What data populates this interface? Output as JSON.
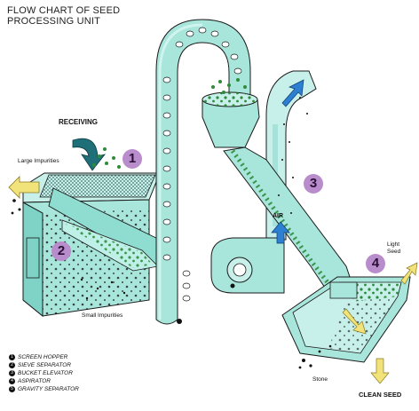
{
  "title_lines": [
    "FLOW CHART OF SEED",
    "PROCESSING UNIT"
  ],
  "labels": {
    "receiving": "RECEIVING",
    "large_impurities": "Large Impurities",
    "small_impurities": "Small Impurities",
    "air": "AIR",
    "light_seed": "Light Seed",
    "stone": "Stone",
    "clean_seed": "CLEAN SEED"
  },
  "step_badges": [
    "1",
    "2",
    "3",
    "4"
  ],
  "legend": [
    {
      "num": "1",
      "text": "SCREEN HOPPER"
    },
    {
      "num": "2",
      "text": "SIEVE SEPARATOR"
    },
    {
      "num": "3",
      "text": "BUCKET ELEVATOR"
    },
    {
      "num": "4",
      "text": "ASPIRATOR"
    },
    {
      "num": "5",
      "text": "GRAVITY SEPARATOR"
    }
  ],
  "colors": {
    "machine_fill": "#a8e6dc",
    "machine_dark": "#5fbfb0",
    "outline": "#1a1a1a",
    "seed": "#2e8b3a",
    "badge": "#b98ccc",
    "arrow_blue": "#2d7fd1",
    "arrow_yellow": "#f2e27a",
    "arrow_teal": "#1f6f78"
  }
}
